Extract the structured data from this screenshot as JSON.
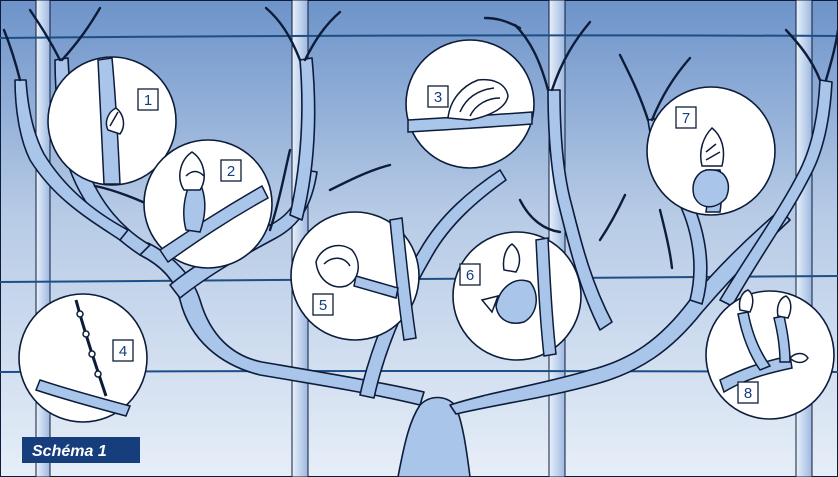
{
  "title": "Schéma 1",
  "colors": {
    "sky_top": "#6d93c9",
    "sky_mid": "#b7cbe6",
    "sky_bottom": "#e6eef8",
    "wood": "#a9c5ea",
    "wood_stroke": "#0d1c3a",
    "wire": "#1c4f86",
    "post": "#c8d9ef",
    "badge": "#163d7c",
    "badge_text": "#ffffff"
  },
  "callouts": [
    {
      "label": "1",
      "icon": "bud-closed-icon"
    },
    {
      "label": "2",
      "icon": "bud-swelling-icon"
    },
    {
      "label": "3",
      "icon": "bud-cotton-icon"
    },
    {
      "label": "4",
      "icon": "shoot-emerging-icon"
    },
    {
      "label": "5",
      "icon": "bud-break-icon"
    },
    {
      "label": "6",
      "icon": "leaves-emerging-icon"
    },
    {
      "label": "7",
      "icon": "leaves-spreading-icon"
    },
    {
      "label": "8",
      "icon": "shoots-developing-icon"
    }
  ]
}
